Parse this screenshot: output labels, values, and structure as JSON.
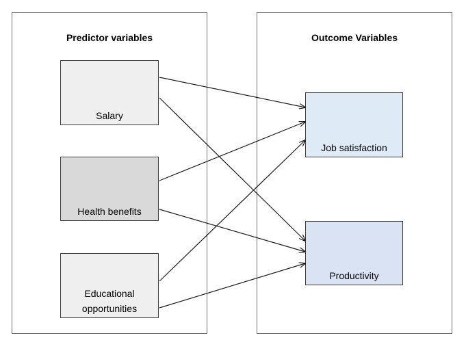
{
  "panels": {
    "left_title": "Predictor variables",
    "right_title": "Outcome Variables"
  },
  "nodes": {
    "salary": "Salary",
    "health": "Health benefits",
    "edu": "Educational opportunities",
    "job": "Job satisfaction",
    "prod": "Productivity"
  },
  "colors": {
    "predictor_light": "#efefef",
    "predictor_dark": "#d9d9d9",
    "outcome_job": "#deebf7",
    "outcome_prod": "#dae3f3"
  },
  "edges": [
    {
      "from": "salary",
      "to": "job"
    },
    {
      "from": "salary",
      "to": "prod"
    },
    {
      "from": "health",
      "to": "job"
    },
    {
      "from": "health",
      "to": "prod"
    },
    {
      "from": "edu",
      "to": "job"
    },
    {
      "from": "edu",
      "to": "prod"
    }
  ]
}
